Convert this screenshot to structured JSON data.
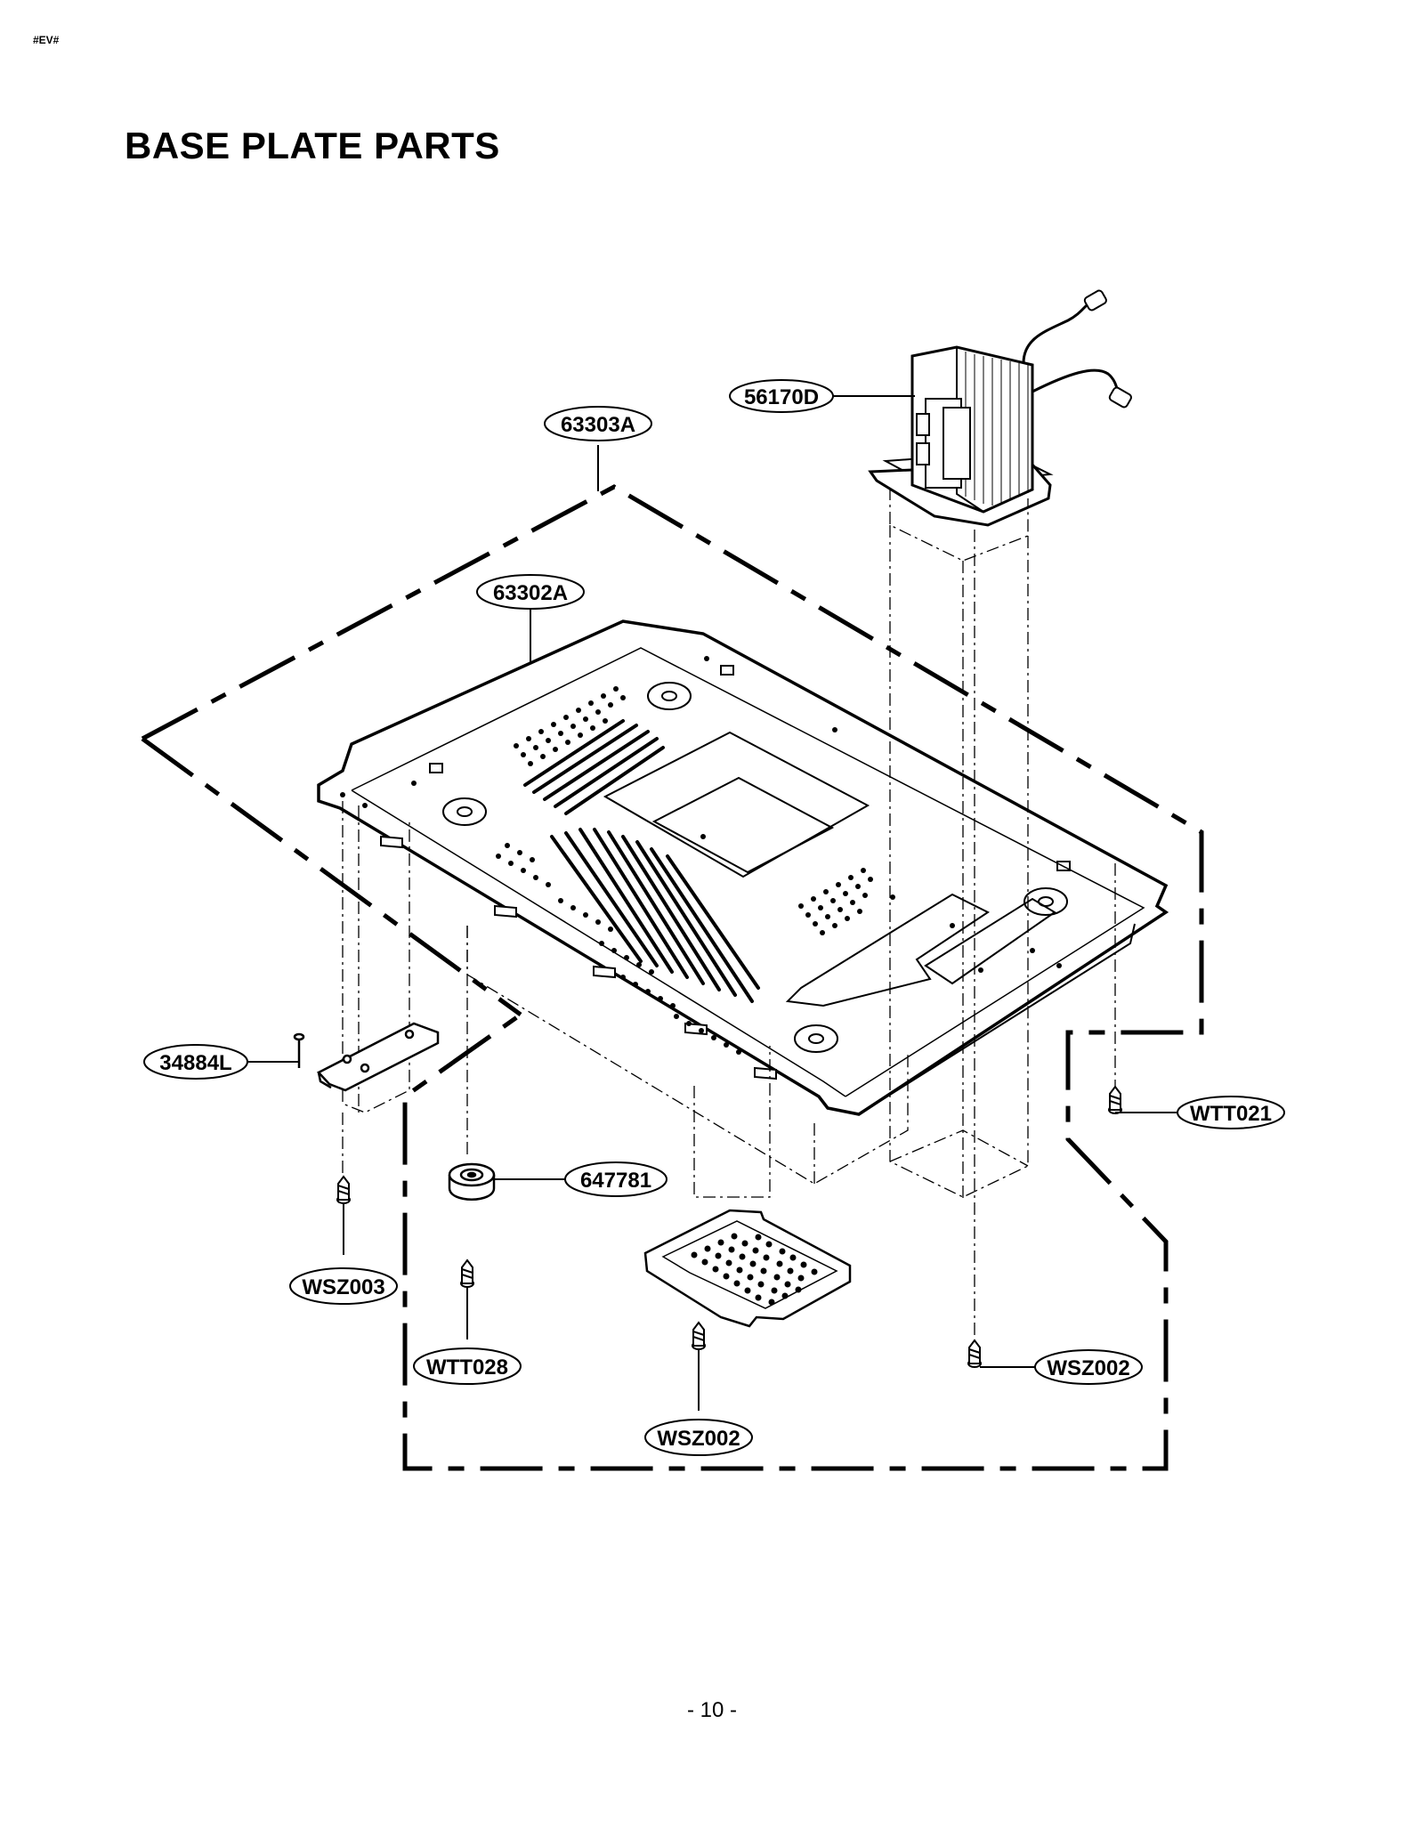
{
  "header": {
    "code": "#EV#"
  },
  "title": "BASE PLATE PARTS",
  "page_number": "- 10 -",
  "callouts": [
    {
      "id": "c-56170d",
      "label": "56170D"
    },
    {
      "id": "c-63303a",
      "label": "63303A"
    },
    {
      "id": "c-63302a",
      "label": "63302A"
    },
    {
      "id": "c-34884l",
      "label": "34884L"
    },
    {
      "id": "c-wtt021",
      "label": "WTT021"
    },
    {
      "id": "c-647781",
      "label": "647781"
    },
    {
      "id": "c-wsz003",
      "label": "WSZ003"
    },
    {
      "id": "c-wtt028",
      "label": "WTT028"
    },
    {
      "id": "c-wsz002-right",
      "label": "WSZ002"
    },
    {
      "id": "c-wsz002-bottom",
      "label": "WSZ002"
    }
  ]
}
